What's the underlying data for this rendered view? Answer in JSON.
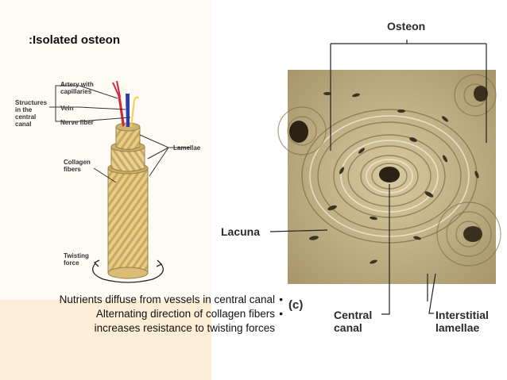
{
  "title": ":Isolated osteon",
  "diagram_labels": {
    "structures": "Structures in the central canal",
    "artery": "Artery with capillaries",
    "vein": "Vein",
    "nerve": "Nerve fiber",
    "lamellae": "Lamellae",
    "collagen": "Collagen fibers",
    "twisting": "Twisting force"
  },
  "micrograph_labels": {
    "osteon": "Osteon",
    "lacuna": "Lacuna",
    "panel": "(c)",
    "central_canal": "Central canal",
    "interstitial": "Interstitial lamellae"
  },
  "bullets": [
    "Nutrients diffuse from vessels in central canal",
    "Alternating direction of collagen fibers",
    "increases resistance to twisting forces"
  ],
  "bullet_glyph": "•",
  "colors": {
    "bone": "#c9b78a",
    "artery": "#d7263d",
    "vein": "#2a3fb5",
    "nerve": "#f2d03b",
    "cylinder": "#e3c77e"
  }
}
